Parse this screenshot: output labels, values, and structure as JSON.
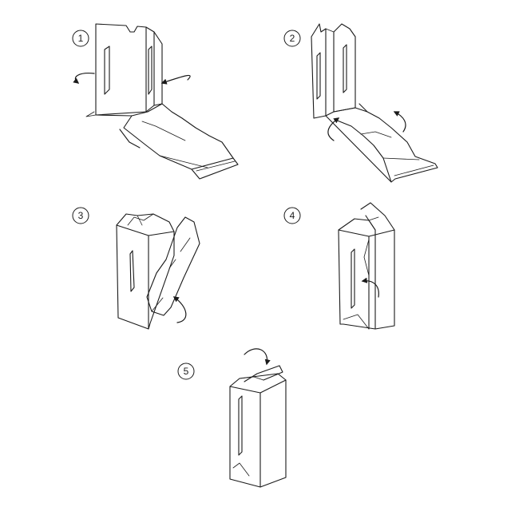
{
  "steps": [
    {
      "number": "1"
    },
    {
      "number": "2"
    },
    {
      "number": "3"
    },
    {
      "number": "4"
    },
    {
      "number": "5"
    }
  ],
  "colors": {
    "line": "#1a1a1a",
    "background": "#ffffff"
  }
}
